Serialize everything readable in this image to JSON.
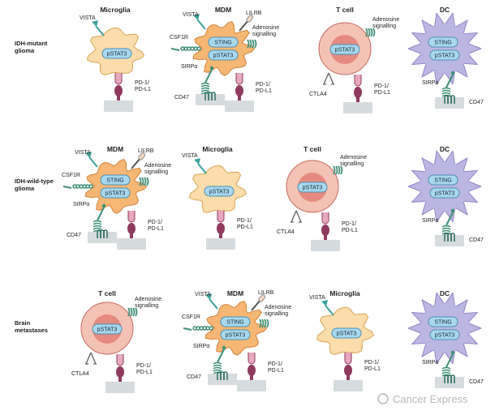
{
  "rows": [
    {
      "label_lines": [
        "IDH-mutant",
        "glioma"
      ],
      "cells": [
        {
          "title": "Microglia",
          "type": "microglia",
          "markers": [
            "pSTAT3"
          ]
        },
        {
          "title": "MDM",
          "type": "mdm",
          "markers": [
            "STING",
            "pSTAT3"
          ]
        },
        {
          "title": "T cell",
          "type": "tcell",
          "markers": [
            "pSTAT3"
          ]
        },
        {
          "title": "DC",
          "type": "dc",
          "markers": [
            "STING",
            "pSTAT3"
          ]
        }
      ]
    },
    {
      "label_lines": [
        "IDH-wild-type",
        "glioma"
      ],
      "cells": [
        {
          "title": "MDM",
          "type": "mdm",
          "markers": [
            "STING",
            "pSTAT3"
          ]
        },
        {
          "title": "Microglia",
          "type": "microglia",
          "markers": [
            "pSTAT3"
          ]
        },
        {
          "title": "T cell",
          "type": "tcell",
          "markers": [
            "pSTAT3"
          ]
        },
        {
          "title": "DC",
          "type": "dc",
          "markers": [
            "STING",
            "pSTAT3"
          ]
        }
      ]
    },
    {
      "label_lines": [
        "Brain",
        "metastases"
      ],
      "cells": [
        {
          "title": "T cell",
          "type": "tcell",
          "markers": [
            "pSTAT3"
          ]
        },
        {
          "title": "MDM",
          "type": "mdm",
          "markers": [
            "STING",
            "pSTAT3"
          ]
        },
        {
          "title": "Microglia",
          "type": "microglia",
          "markers": [
            "pSTAT3"
          ]
        },
        {
          "title": "DC",
          "type": "dc",
          "markers": [
            "STING",
            "pSTAT3"
          ]
        }
      ]
    }
  ],
  "receptor_labels": {
    "vista": "VISTA",
    "lilrb": "LILRB",
    "csf1r": "CSF1R",
    "adenosine": [
      "Adenosine",
      "signalling"
    ],
    "sirpa": "SIRPα",
    "cd47": "CD47",
    "pd1": [
      "PD-1/",
      "PD-L1"
    ],
    "ctla4": "CTLA4"
  },
  "watermark": "Cancer Express",
  "colors": {
    "microglia_fill": "#fbdcaa",
    "microglia_edge": "#d9a655",
    "mdm_fill": "#f6b674",
    "mdm_edge": "#d2843a",
    "tcell_outer": "#f4c2b4",
    "tcell_inner": "#e58a80",
    "tcell_edge": "#c86a60",
    "dc_fill": "#bcb6e2",
    "dc_edge": "#8f86c6",
    "pill_fill": "#a8d8ee",
    "pill_edge": "#4e8fb4",
    "receptor_green": "#3f8f78",
    "pd1_purple": "#8f3a5e",
    "pd1_pink": "#e7a8bd",
    "partner_grey": "#d6dbde",
    "vista_teal": "#3aa29c"
  }
}
